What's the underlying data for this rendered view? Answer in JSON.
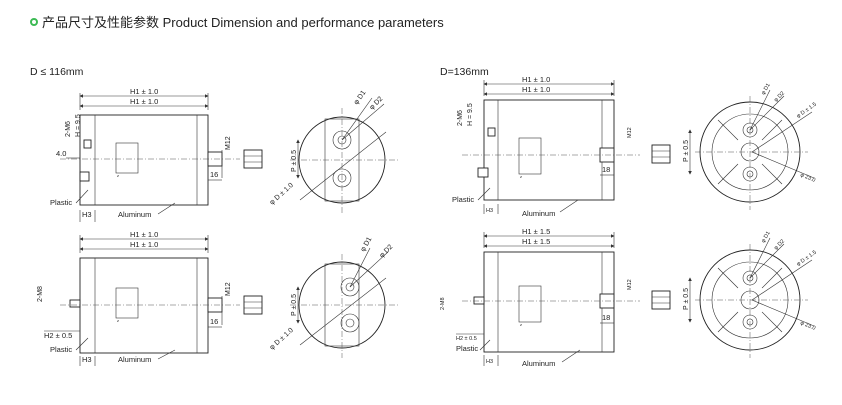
{
  "header": {
    "title": "产品尺寸及性能参数 Product Dimension and performance parameters",
    "accent_color": "#3cba54",
    "icon": "ring-bullet-icon"
  },
  "sections": {
    "left": "D ≤ 116mm",
    "right": "D=136mm"
  },
  "labels": {
    "h1": "H1 ± 1.0",
    "h1_15": "H1 ± 1.5",
    "m6": "2-M6",
    "m8": "2-M8",
    "h95": "H = 9.5",
    "four": "4.0",
    "m12": "M12",
    "sixteen": "16",
    "eighteen": "18",
    "h3": "H3",
    "h2": "H2 ± 0.5",
    "plastic": "Plastic",
    "aluminum": "Aluminum",
    "p05": "P ± 0.5",
    "d1": "φ D1",
    "d2": "φ D2",
    "dd10": "φ D ± 1.0",
    "dd15": "φ D ± 1.5",
    "d23": "φ 23.0",
    "z": "z"
  }
}
